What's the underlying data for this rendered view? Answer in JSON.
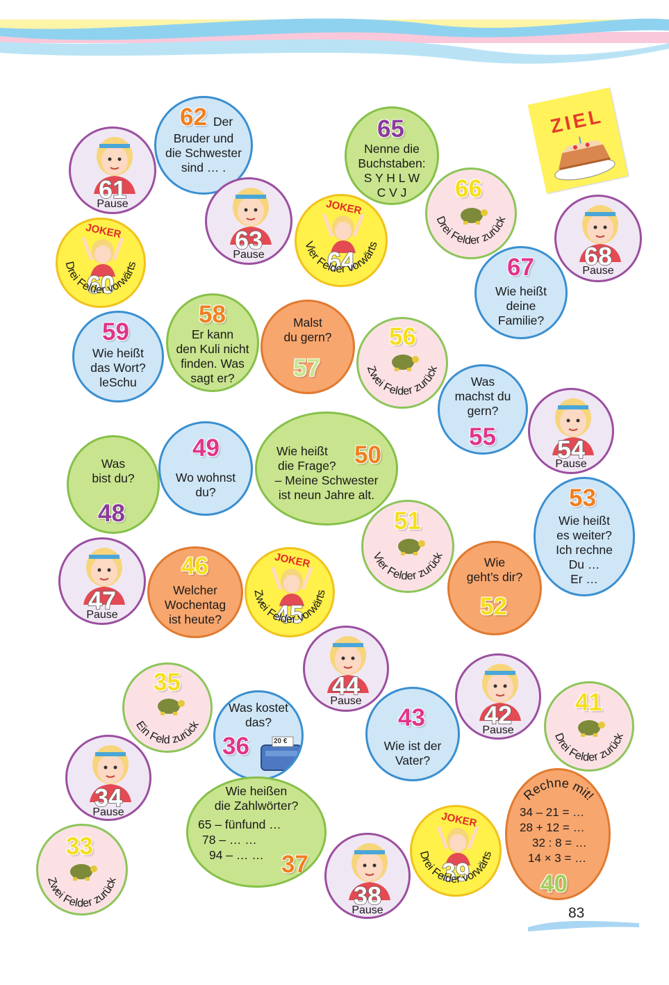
{
  "page_number": "83",
  "goal": {
    "label": "ZIEL"
  },
  "colors": {
    "question": "#cfe6f7",
    "orange": "#f7a66e",
    "green": "#c9e48e",
    "tortoise": "#fbe1e4",
    "pause": "#f0e7f4",
    "joker": "#fff04a",
    "num_yellow": "#f6de1d",
    "num_orange": "#f07f1f",
    "num_pink": "#e0358a",
    "num_purple": "#8a3b9a",
    "num_green": "#a3cf5a"
  },
  "fields": {
    "f33": {
      "num": "33",
      "text": "Zwei Felder zurück"
    },
    "f34": {
      "num": "34",
      "text": "Pause"
    },
    "f35": {
      "num": "35",
      "text": "Ein Feld zurück"
    },
    "f36": {
      "num": "36",
      "text": "Was kostet das?",
      "price": "20 €"
    },
    "f37": {
      "num": "37",
      "lines": [
        "Wie heißen",
        "die Zahlwörter?",
        "65 – fünfund …",
        "78 – … …",
        "94 – … …"
      ]
    },
    "f38": {
      "num": "38",
      "text": "Pause"
    },
    "f39": {
      "num": "39",
      "text": "Drei Felder vorwärts",
      "joker": "JOKER"
    },
    "f40": {
      "num": "40",
      "title": "Rechne mit!",
      "lines": [
        "34 – 21 = …",
        "28 + 12 = …",
        "32 : 8 = …",
        "14 × 3 = …"
      ]
    },
    "f41": {
      "num": "41",
      "text": "Drei Felder zurück"
    },
    "f42": {
      "num": "42",
      "text": "Pause"
    },
    "f43": {
      "num": "43",
      "lines": [
        "Wie ist der",
        "Vater?"
      ]
    },
    "f44": {
      "num": "44",
      "text": "Pause"
    },
    "f45": {
      "num": "45",
      "text": "Zwei Felder vorwärts",
      "joker": "JOKER"
    },
    "f46": {
      "num": "46",
      "lines": [
        "Welcher",
        "Wochentag",
        "ist heute?"
      ]
    },
    "f47": {
      "num": "47",
      "text": "Pause"
    },
    "f48": {
      "num": "48",
      "lines": [
        "Was",
        "bist du?"
      ]
    },
    "f49": {
      "num": "49",
      "lines": [
        "Wo wohnst",
        "du?"
      ]
    },
    "f50": {
      "num": "50",
      "lines": [
        "Wie heißt",
        "die Frage?",
        "– Meine Schwester",
        "ist neun Jahre alt."
      ]
    },
    "f51": {
      "num": "51",
      "text": "Vier Felder zurück"
    },
    "f52": {
      "num": "52",
      "lines": [
        "Wie",
        "geht’s dir?"
      ]
    },
    "f53": {
      "num": "53",
      "lines": [
        "Wie heißt",
        "es weiter?",
        "Ich rechne",
        "Du …",
        "Er …"
      ]
    },
    "f54": {
      "num": "54",
      "text": "Pause"
    },
    "f55": {
      "num": "55",
      "lines": [
        "Was",
        "machst du",
        "gern?"
      ]
    },
    "f56": {
      "num": "56",
      "text": "Zwei Felder zurück"
    },
    "f57": {
      "num": "57",
      "lines": [
        "Malst",
        "du gern?"
      ]
    },
    "f58": {
      "num": "58",
      "lines": [
        "Er kann",
        "den Kuli nicht",
        "finden. Was",
        "sagt er?"
      ]
    },
    "f59": {
      "num": "59",
      "lines": [
        "Wie heißt",
        "das Wort?",
        "leSchu"
      ]
    },
    "f60": {
      "num": "60",
      "text": "Drei Felder vorwärts",
      "joker": "JOKER"
    },
    "f61": {
      "num": "61",
      "text": "Pause"
    },
    "f62": {
      "num": "62",
      "lines": [
        "Der",
        "Bruder und",
        "die Schwester",
        "sind … ."
      ]
    },
    "f63": {
      "num": "63",
      "text": "Pause"
    },
    "f64": {
      "num": "64",
      "text": "Vier Felder vorwärts",
      "joker": "JOKER"
    },
    "f65": {
      "num": "65",
      "lines": [
        "Nenne die",
        "Buchstaben:",
        "S Y H L W",
        "C V J"
      ]
    },
    "f66": {
      "num": "66",
      "text": "Drei Felder zurück"
    },
    "f67": {
      "num": "67",
      "lines": [
        "Wie heißt",
        "deine",
        "Familie?"
      ]
    },
    "f68": {
      "num": "68",
      "text": "Pause"
    }
  }
}
